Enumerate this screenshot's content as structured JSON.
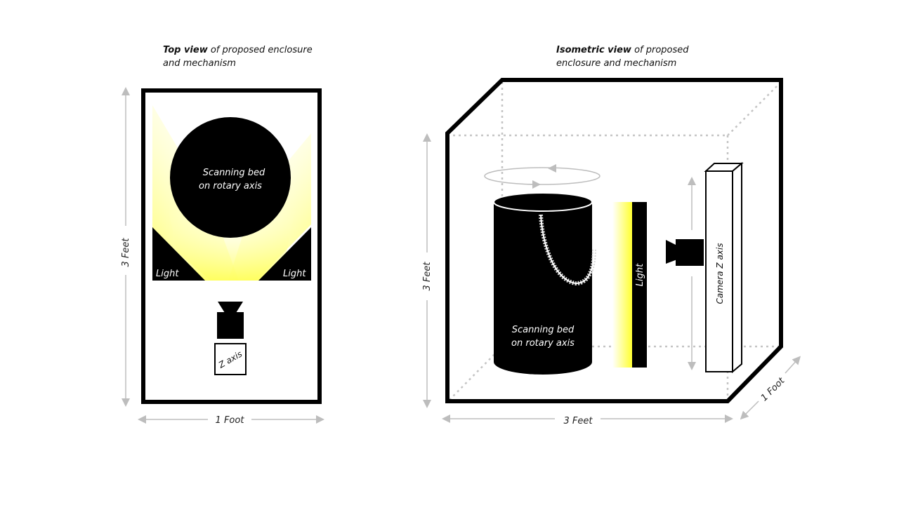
{
  "top_view": {
    "caption_bold": "Top view",
    "caption_rest": " of proposed enclosure",
    "caption_line2": "and mechanism",
    "bed_line1": "Scanning bed",
    "bed_line2": "on rotary axis",
    "light_left": "Light",
    "light_right": "Light",
    "z_axis": "Z axis",
    "height_label": "3 Feet",
    "width_label": "1 Foot"
  },
  "iso_view": {
    "caption_bold": "Isometric view",
    "caption_rest": " of proposed",
    "caption_line2": "enclosure and mechanism",
    "bed_line1": "Scanning bed",
    "bed_line2": "on rotary axis",
    "light": "Light",
    "camera_axis": "Camera Z axis",
    "height_label": "3 Feet",
    "width_label": "3 Feet",
    "depth_label": "1 Foot"
  },
  "colors": {
    "outline": "#000000",
    "dimension_line": "#bdbdbd",
    "light_glow": "#ffff33",
    "dotted_edge": "#c4c4c4"
  }
}
